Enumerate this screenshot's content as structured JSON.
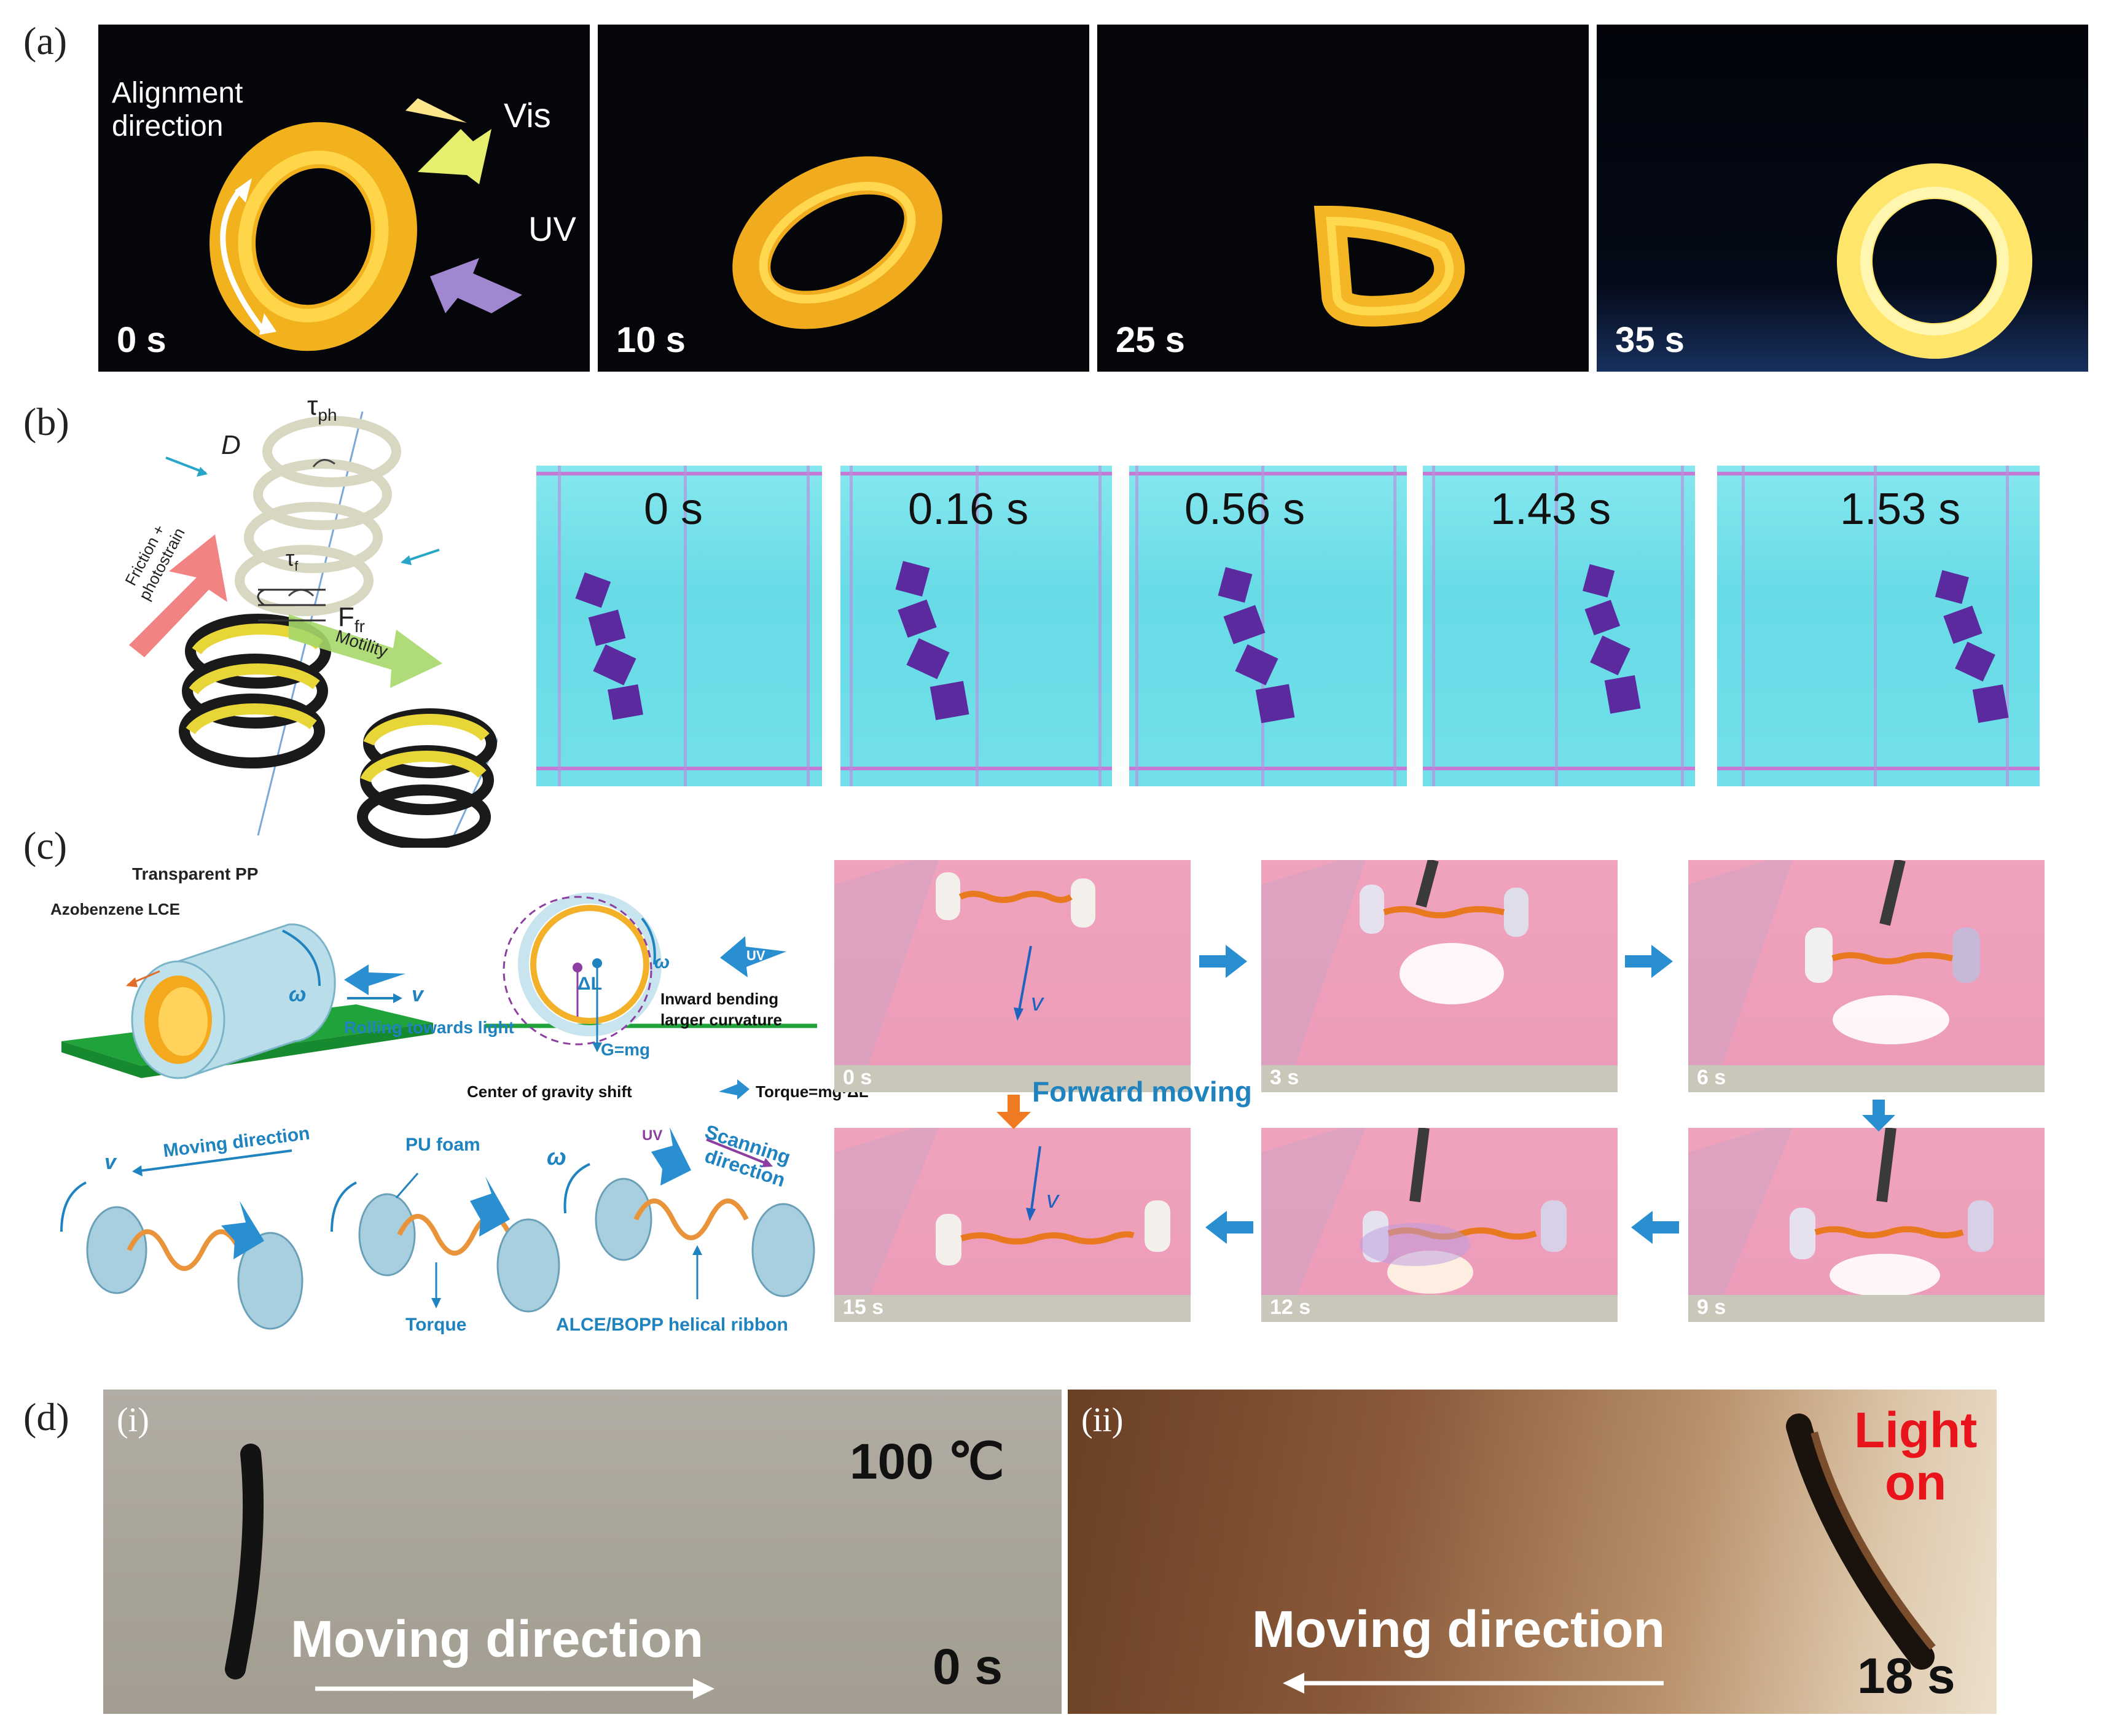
{
  "panel_a": {
    "letter": "(a)",
    "labels": {
      "alignment": "Alignment direction",
      "vis": "Vis",
      "uv": "UV"
    },
    "frames": [
      {
        "time": "0 s"
      },
      {
        "time": "10 s"
      },
      {
        "time": "25 s"
      },
      {
        "time": "35 s"
      }
    ]
  },
  "panel_b": {
    "letter": "(b)",
    "schematic": {
      "tau_ph": "τ",
      "tau_ph_sub": "ph",
      "d": "D",
      "tau_f": "τ",
      "tau_f_sub": "f",
      "f_fr": "F",
      "f_fr_sub": "fr",
      "friction": "Friction + photostrain",
      "motility": "Motility"
    },
    "frames": [
      {
        "time": "0 s"
      },
      {
        "time": "0.16 s"
      },
      {
        "time": "0.56 s"
      },
      {
        "time": "1.43 s"
      },
      {
        "time": "1.53 s"
      }
    ]
  },
  "panel_c": {
    "letter": "(c)",
    "schematic": {
      "transparent_pp": "Transparent PP",
      "azobenzene_lce": "Azobenzene LCE",
      "uv": "UV",
      "omega": "ω",
      "v": "v",
      "rolling": "Rolling towards light",
      "delta_l": "ΔL",
      "g_mg": "G=mg",
      "inward": "Inward bending",
      "curvature": "larger curvature",
      "cog_shift": "Center of gravity shift",
      "torque_eq": "Torque=mg·ΔL",
      "moving_direction": "Moving direction",
      "pu_foam": "PU foam",
      "torque": "Torque",
      "scanning": "Scanning",
      "scanning2": "direction",
      "alce": "ALCE/BOPP helical ribbon",
      "uv2": "UV"
    },
    "forward_moving": "Forward moving",
    "frames": [
      {
        "time": "0 s"
      },
      {
        "time": "3 s"
      },
      {
        "time": "6 s"
      },
      {
        "time": "15 s"
      },
      {
        "time": "12 s"
      },
      {
        "time": "9 s"
      }
    ]
  },
  "panel_d": {
    "letter": "(d)",
    "i": {
      "label": "(i)",
      "temp": "100 ℃",
      "moving": "Moving direction",
      "time": "0 s"
    },
    "ii": {
      "label": "(ii)",
      "light1": "Light",
      "light2": "on",
      "moving": "Moving direction",
      "time": "18 s"
    }
  },
  "colors": {
    "cyan_bg": "#72e0ea",
    "pink_bg": "#ec9bb8",
    "label_blue": "#1f83bf",
    "light_red": "#e8131b"
  }
}
